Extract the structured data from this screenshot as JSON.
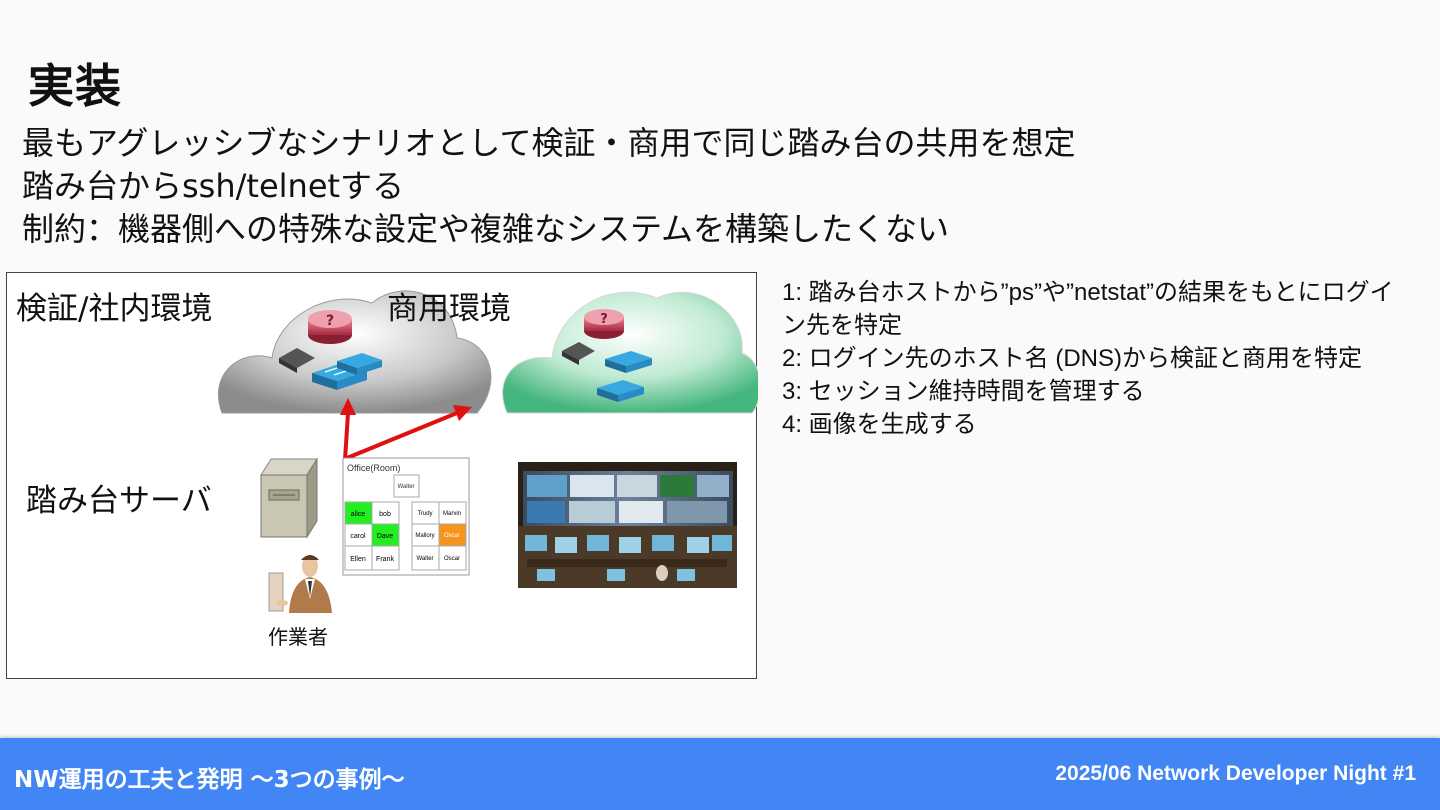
{
  "slide": {
    "title": "実装",
    "bullets": [
      "最もアグレッシブなシナリオとして検証・商用で同じ踏み台の共用を想定",
      "踏み台からssh/telnetする",
      "制約：機器側への特殊な設定や複雑なシステムを構築したくない"
    ]
  },
  "diagram": {
    "label_verification": "検証/社内環境",
    "label_production": "商用環境",
    "label_bastion": "踏み台サーバ",
    "label_operator": "作業者",
    "office": {
      "title": "Office(Room)",
      "top_cell": "Walter",
      "left_grid": [
        [
          "alice",
          "bob"
        ],
        [
          "carol",
          "Dave"
        ],
        [
          "Ellen",
          "Frank"
        ]
      ],
      "right_grid": [
        [
          "Trudy",
          "Marvin"
        ],
        [
          "Mallory",
          "Oscar"
        ],
        [
          "Walter",
          "Oscar"
        ]
      ],
      "colors": {
        "active": "#22ee22",
        "warning": "#f7941d"
      }
    }
  },
  "notes": [
    "1: 踏み台ホストから”ps”や”netstat”の結果をもとにログイン先を特定",
    "2: ログイン先のホスト名 (DNS)から検証と商用を特定",
    "3: セッション維持時間を管理する",
    "4: 画像を生成する"
  ],
  "footer": {
    "left": "NW運用の工夫と発明 〜3つの事例〜",
    "right": "2025/06 Network Developer Night #1"
  }
}
